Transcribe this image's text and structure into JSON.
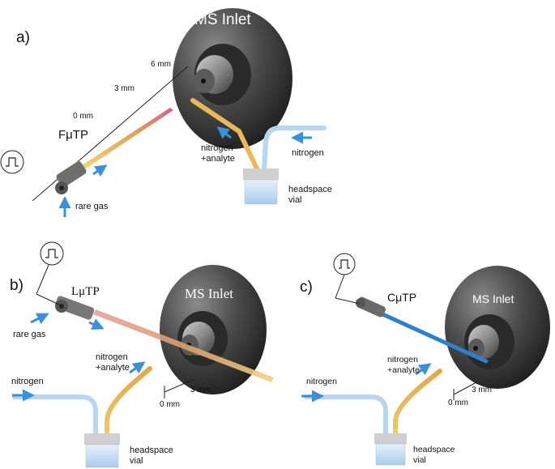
{
  "panel_a": {
    "letter": "a)",
    "inlet_label": "MS Inlet",
    "source_label": "FμTP",
    "dist_6": "6 mm",
    "dist_3": "3 mm",
    "dist_0": "0 mm",
    "nitrogen": "nitrogen",
    "nitrogen_analyte_1": "nitrogen",
    "nitrogen_analyte_2": "+analyte",
    "rare_gas": "rare gas",
    "vial_1": "headspace",
    "vial_2": "vial"
  },
  "panel_b": {
    "letter": "b)",
    "inlet_label": "MS Inlet",
    "source_label": "LμTP",
    "dist_3": "3 mm",
    "dist_0": "0 mm",
    "nitrogen": "nitrogen",
    "nitrogen_analyte_1": "nitrogen",
    "nitrogen_analyte_2": "+analyte",
    "rare_gas": "rare gas",
    "vial_1": "headspace",
    "vial_2": "vial"
  },
  "panel_c": {
    "letter": "c)",
    "inlet_label": "MS Inlet",
    "source_label": "CμTP",
    "dist_3": "3 mm",
    "dist_0": "0 mm",
    "nitrogen": "nitrogen",
    "nitrogen_analyte_1": "nitrogen",
    "nitrogen_analyte_2": "+analyte",
    "vial_1": "headspace",
    "vial_2": "vial"
  },
  "colors": {
    "inlet_dark": "#1e1e1e",
    "inlet_light": "#9a9a9a",
    "arrow_blue": "#3d8fd6",
    "tube_blue": "#b9d6f0",
    "tube_yellow": "#e9b85a",
    "plasma_pink": "#d4608a",
    "capillary_blue": "#2f7fc9"
  },
  "icons": [
    "pulse-icon",
    "flow-arrow-icon"
  ]
}
